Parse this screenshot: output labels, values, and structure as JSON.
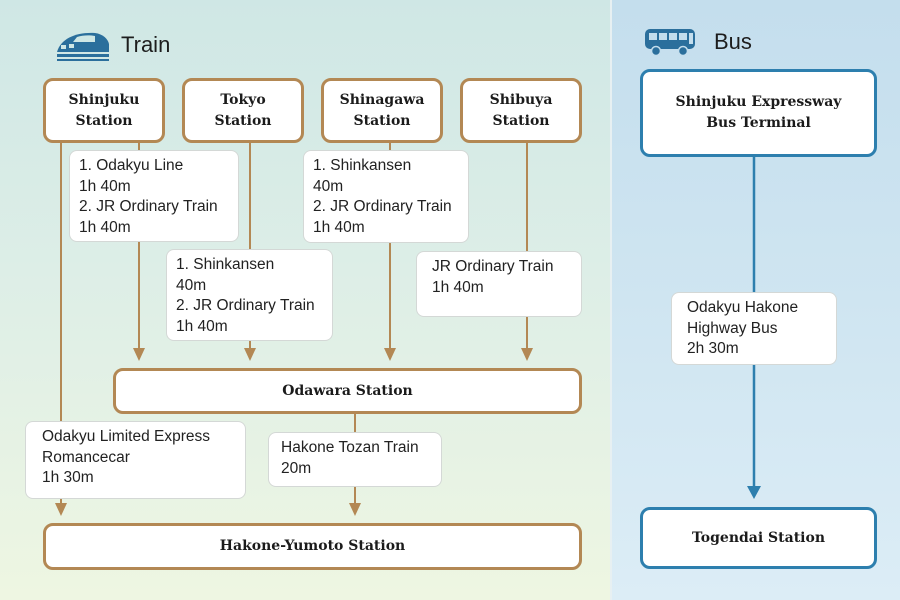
{
  "train": {
    "heading": "Train",
    "stations": {
      "shinjuku": "Shinjuku\nStation",
      "tokyo": "Tokyo\nStation",
      "shinagawa": "Shinagawa\nStation",
      "shibuya": "Shibuya\nStation",
      "odawara": "Odawara Station",
      "hakone_yumoto": "Hakone-Yumoto Station"
    },
    "routes": {
      "shinjuku_odawara": [
        "1. Odakyu Line",
        "1h 40m",
        "2. JR Ordinary Train",
        "1h 40m"
      ],
      "tokyo_odawara": [
        "1. Shinkansen",
        "40m",
        "2. JR Ordinary Train",
        "1h 40m"
      ],
      "shinagawa_odawara": [
        "1. Shinkansen",
        "40m",
        "2. JR Ordinary Train",
        "1h 40m"
      ],
      "shibuya_odawara": [
        "JR Ordinary Train",
        "1h 40m"
      ],
      "shinjuku_hakone": [
        "Odakyu Limited Express",
        "Romancecar",
        "1h 30m"
      ],
      "odawara_hakone": [
        "Hakone Tozan Train",
        "20m"
      ]
    }
  },
  "bus": {
    "heading": "Bus",
    "stations": {
      "terminal": "Shinjuku Expressway\nBus Terminal",
      "togendai": "Togendai Station"
    },
    "routes": {
      "terminal_togendai": [
        "Odakyu Hakone",
        "Highway Bus",
        "2h 30m"
      ]
    }
  },
  "colors": {
    "train_line": "#b38854",
    "bus_line": "#2d7fae",
    "icon": "#2b6f9c"
  },
  "icons": [
    "train-icon",
    "bus-icon"
  ]
}
